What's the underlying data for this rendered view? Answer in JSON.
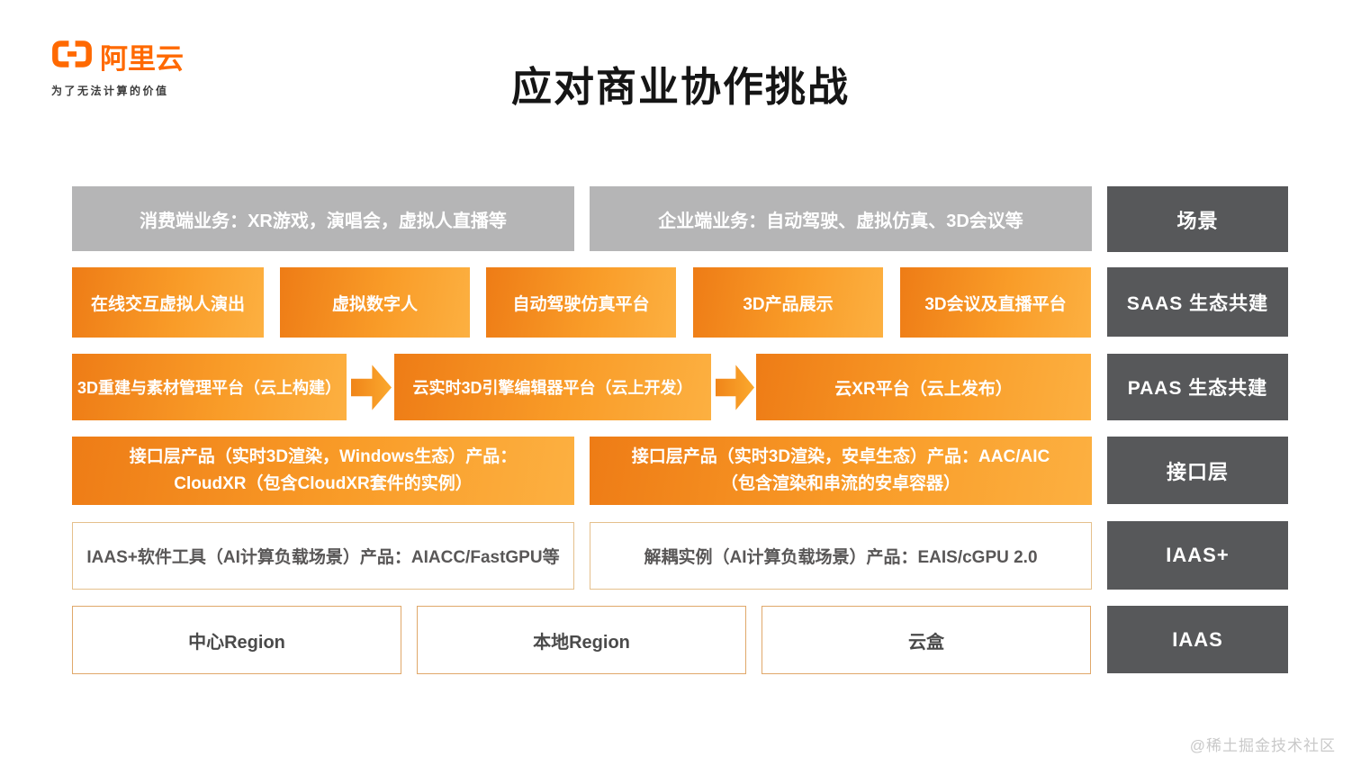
{
  "logo": {
    "name": "阿里云",
    "tagline": "为了无法计算的价值"
  },
  "title": "应对商业协作挑战",
  "watermark": "@稀土掘金技术社区",
  "colors": {
    "brand_orange": "#ff6900",
    "orange_gradient_start": "#ee7c16",
    "orange_gradient_end": "#fcb041",
    "gray_box": "#b5b5b6",
    "dark_box": "#57585a",
    "white_box_border": "#e5c08c",
    "title_text": "#151515"
  },
  "side_labels": {
    "scene": "场景",
    "saas": "SAAS 生态共建",
    "paas": "PAAS 生态共建",
    "interface": "接口层",
    "iaas_plus": "IAAS+",
    "iaas": "IAAS"
  },
  "scene_row": {
    "consumer": "消费端业务：XR游戏，演唱会，虚拟人直播等",
    "enterprise": "企业端业务：自动驾驶、虚拟仿真、3D会议等"
  },
  "saas_row": {
    "items": [
      "在线交互虚拟人演出",
      "虚拟数字人",
      "自动驾驶仿真平台",
      "3D产品展示",
      "3D会议及直播平台"
    ]
  },
  "paas_row": {
    "build": "3D重建与素材管理平台（云上构建）",
    "develop": "云实时3D引擎编辑器平台（云上开发）",
    "publish": "云XR平台（云上发布）"
  },
  "interface_row": {
    "windows": "接口层产品（实时3D渲染，Windows生态）产品：CloudXR（包含CloudXR套件的实例）",
    "android": "接口层产品（实时3D渲染，安卓生态）产品：AAC/AIC（包含渲染和串流的安卓容器）"
  },
  "iaas_plus_row": {
    "tools": "IAAS+软件工具（AI计算负载场景）产品：AIACC/FastGPU等",
    "decoupled": "解耦实例（AI计算负载场景）产品：EAIS/cGPU 2.0"
  },
  "iaas_row": {
    "items": [
      "中心Region",
      "本地Region",
      "云盒"
    ]
  }
}
